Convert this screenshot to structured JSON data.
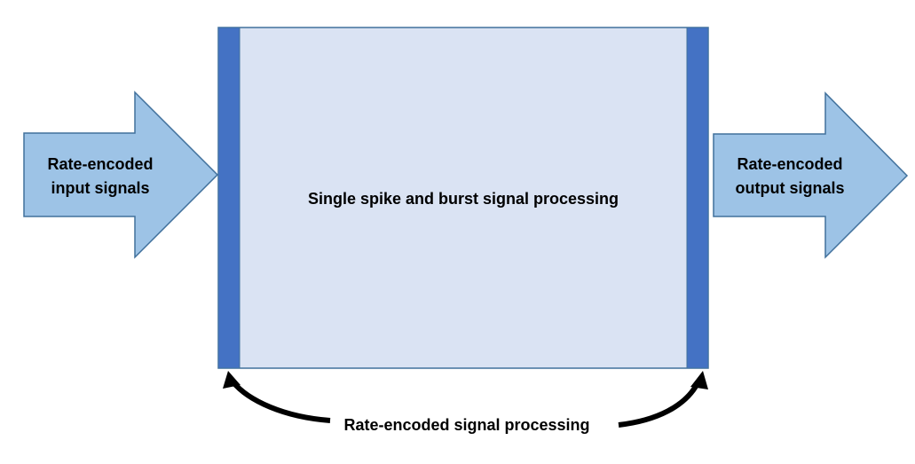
{
  "input_arrow": {
    "line1": "Rate-encoded",
    "line2": "input signals"
  },
  "output_arrow": {
    "line1": "Rate-encoded",
    "line2": "output signals"
  },
  "processing_box": {
    "label": "Single spike and burst signal processing"
  },
  "feedback": {
    "label": "Rate-encoded signal processing"
  },
  "colors": {
    "arrow_fill": "#9dc3e6",
    "arrow_stroke": "#41719c",
    "box_fill": "#dae3f3",
    "box_stroke": "#41719c",
    "edge_bar_fill": "#4472c4",
    "curve_arrow": "#000000"
  }
}
